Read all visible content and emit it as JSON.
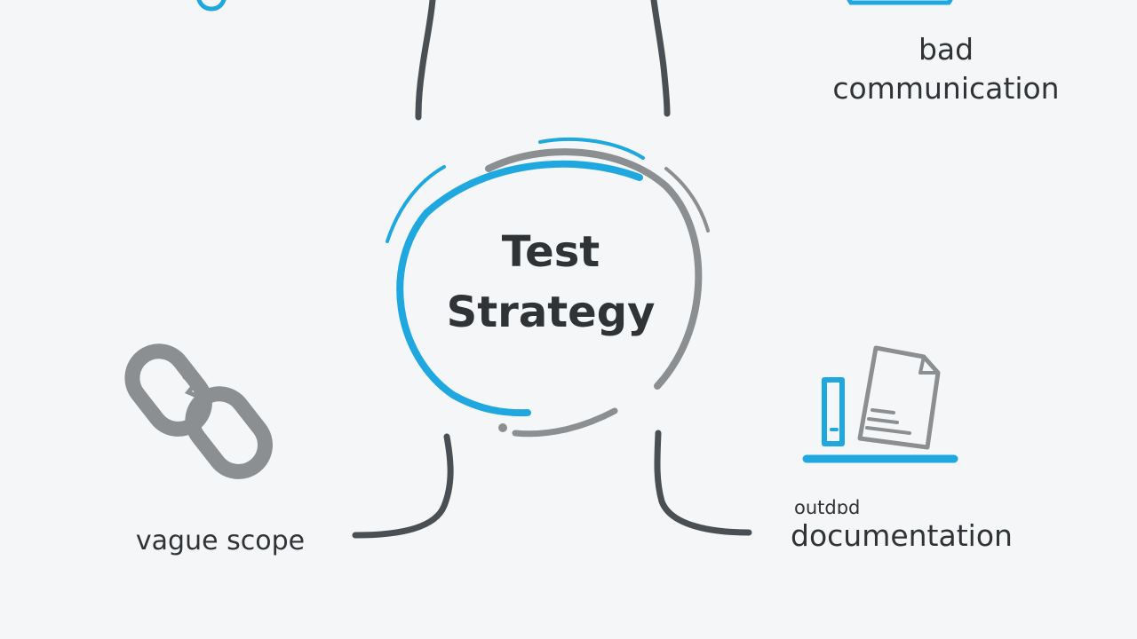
{
  "center": {
    "line1": "Test",
    "line2": "Strategy"
  },
  "labels": {
    "bad_line1": "bad",
    "bad_line2": "communication",
    "vague_scope": "vague scope",
    "outdated_small": "outdɒd",
    "documentation": "documentation"
  },
  "icons": {
    "top_left": "clip-icon",
    "top_right": "screen-icon",
    "left": "broken-chain-icon",
    "right": "binder-and-document-icon"
  },
  "colors": {
    "accent_blue": "#1fa8e0",
    "gray": "#8c8f91",
    "dark": "#4a4f53",
    "text": "#2f3336"
  }
}
